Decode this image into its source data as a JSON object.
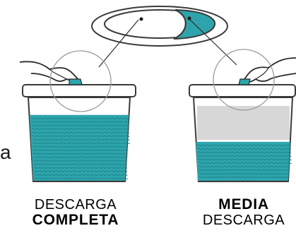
{
  "side_letter": "a",
  "labels": {
    "left_top": "DESCARGA",
    "left_bottom": "COMPLETA",
    "right_top": "MEDIA",
    "right_bottom": "DESCARGA"
  },
  "fill_levels": {
    "full_flush": 0.88,
    "half_flush": 0.52
  },
  "colors": {
    "water": "#2da5ad",
    "water_dark": "#1e7f86",
    "text": "#2a2a2a",
    "outline": "#3a3a3a",
    "tank_gray": "#d7d7d7",
    "highlight": "#2fa3ab"
  },
  "icons": {
    "button_plate": "dual-flush-button-icon",
    "hand": "hand-icon"
  }
}
